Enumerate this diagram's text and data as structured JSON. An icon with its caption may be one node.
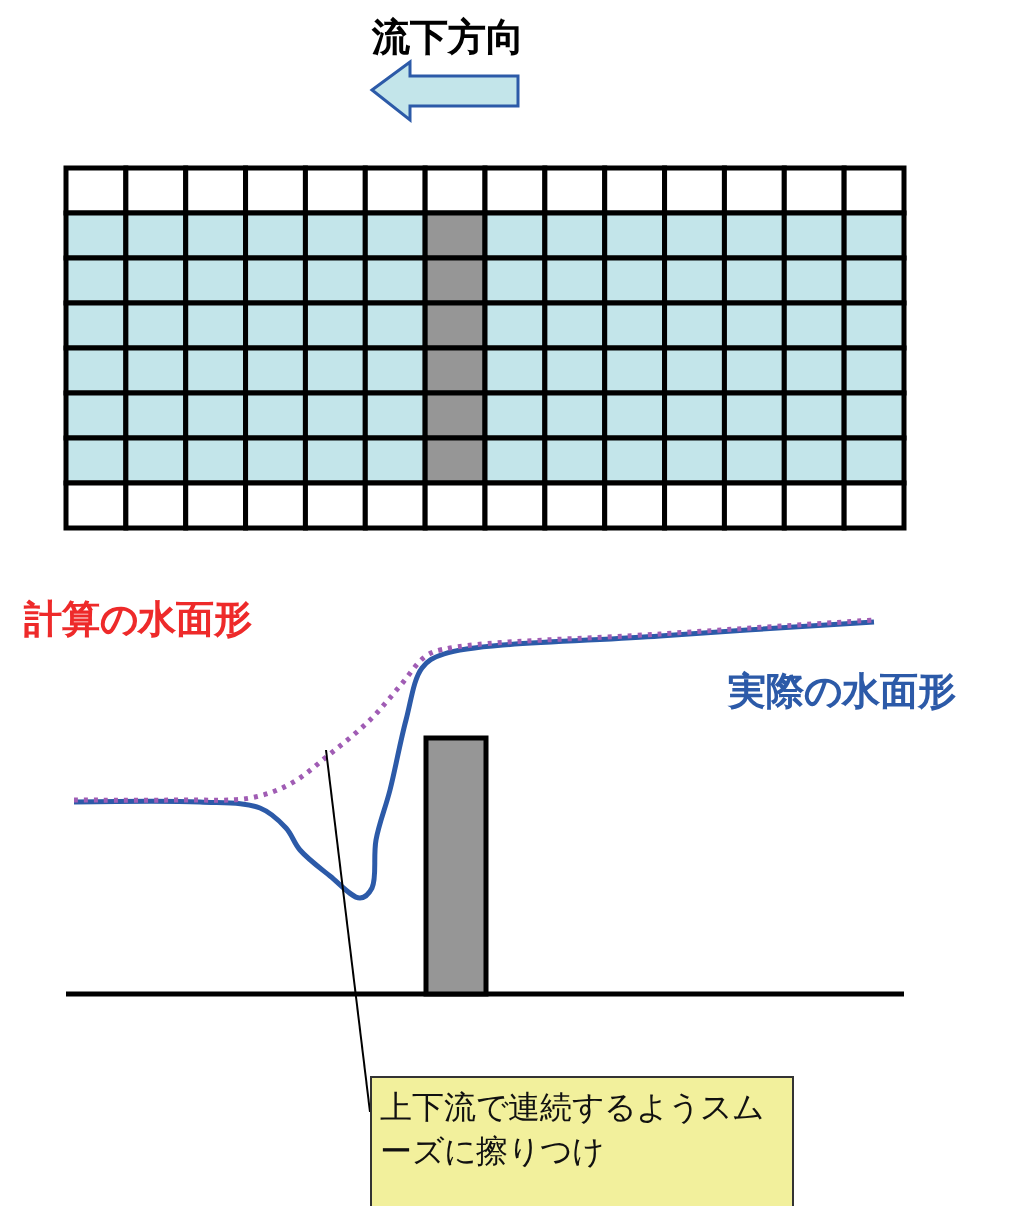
{
  "diagram": {
    "nodes": [
      {
        "text": [],
        "shape": "curve"
      },
      {
        "text": [
          "上下流で連続するようスムーズに擦りつけ"
        ]
      }
    ],
    "edges": [
      {
        "from": 1,
        "to": 0,
        "arrow": "none"
      }
    ],
    "labels": [
      "流下方向",
      "計算の水面形",
      "実際の水面形"
    ]
  }
}
